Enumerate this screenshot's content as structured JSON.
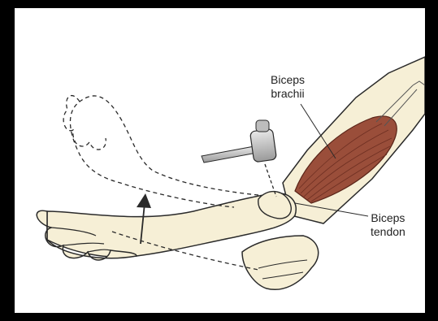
{
  "labels": {
    "biceps_brachii": [
      "Biceps",
      "brachii"
    ],
    "biceps_tendon": [
      "Biceps",
      "tendon"
    ]
  },
  "colors": {
    "skin": "#f6efd6",
    "outline": "#2a2a2a",
    "muscle": "#9a4e3a",
    "muscle_dark": "#6e2f22",
    "hammer": "#c9c9c9",
    "background": "#ffffff",
    "border": "#000000"
  },
  "icons": [
    "reflex-hammer-icon",
    "upward-arrow-icon"
  ]
}
